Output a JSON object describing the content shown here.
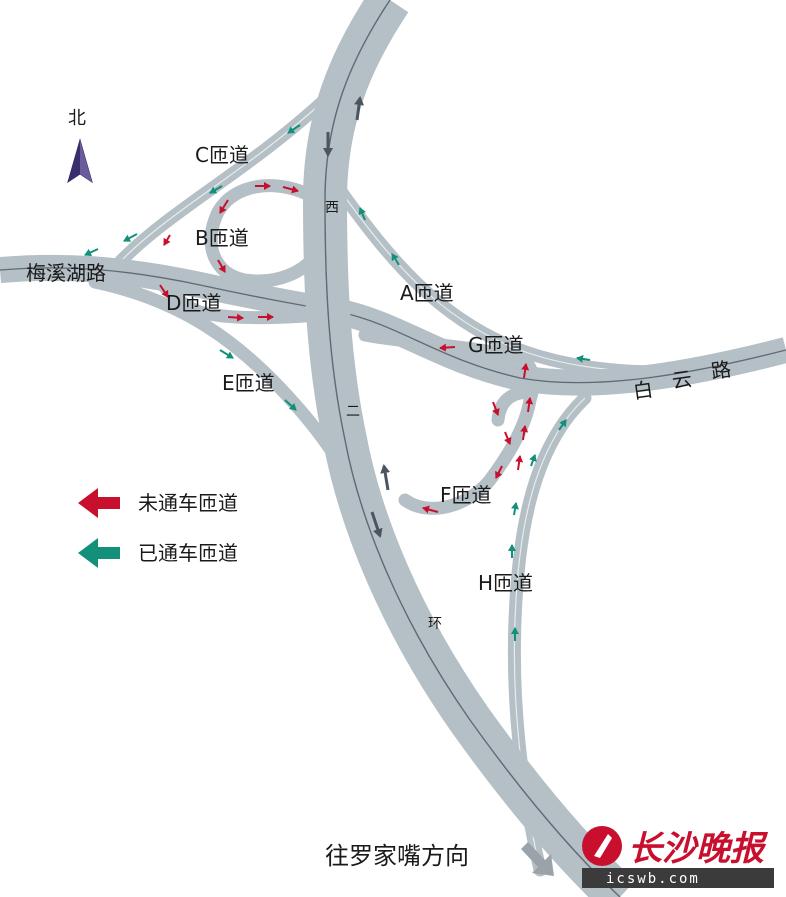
{
  "north": {
    "label": "北"
  },
  "roads": {
    "meixihu": "梅溪湖路",
    "baiyun": [
      "白",
      "云",
      "路"
    ],
    "second_ring": [
      "西",
      "二",
      "环"
    ]
  },
  "ramps": {
    "a": "A匝道",
    "b": "B匝道",
    "c": "C匝道",
    "d": "D匝道",
    "e": "E匝道",
    "f": "F匝道",
    "g": "G匝道",
    "h": "H匝道"
  },
  "legend": {
    "closed": {
      "label": "未通车匝道",
      "color": "#c8102e"
    },
    "open": {
      "label": "已通车匝道",
      "color": "#12907a"
    }
  },
  "direction": {
    "label": "往罗家嘴方向"
  },
  "brand": {
    "name": "长沙晚报",
    "url": "icswb.com"
  },
  "colors": {
    "road_fill": "#b4bfc6",
    "road_edge": "#ffffff",
    "road_center": "#5f6b73",
    "arrow_dark": "#4a5560"
  }
}
